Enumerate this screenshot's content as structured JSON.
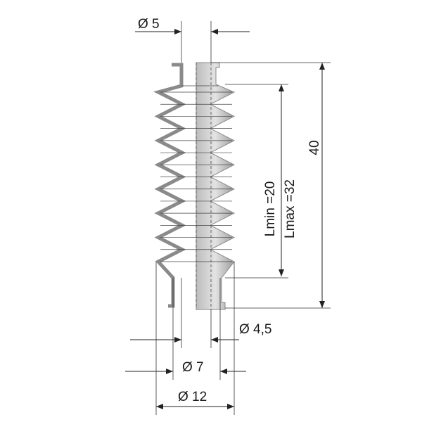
{
  "title": "Bellows dimension drawing",
  "dimensions": {
    "top_inner_diameter": "Ø 5",
    "overall_length": "40",
    "lmin": "Lmin =20",
    "lmax": "Lmax =32",
    "bottom_inner_diameter": "Ø 4,5",
    "neck_diameter": "Ø 7",
    "outer_diameter": "Ø 12"
  },
  "colors": {
    "outline": "#8a8a8a",
    "fill_light": "#e6e6e6",
    "fill_dark": "#a8a8a8",
    "line": "#222222"
  }
}
